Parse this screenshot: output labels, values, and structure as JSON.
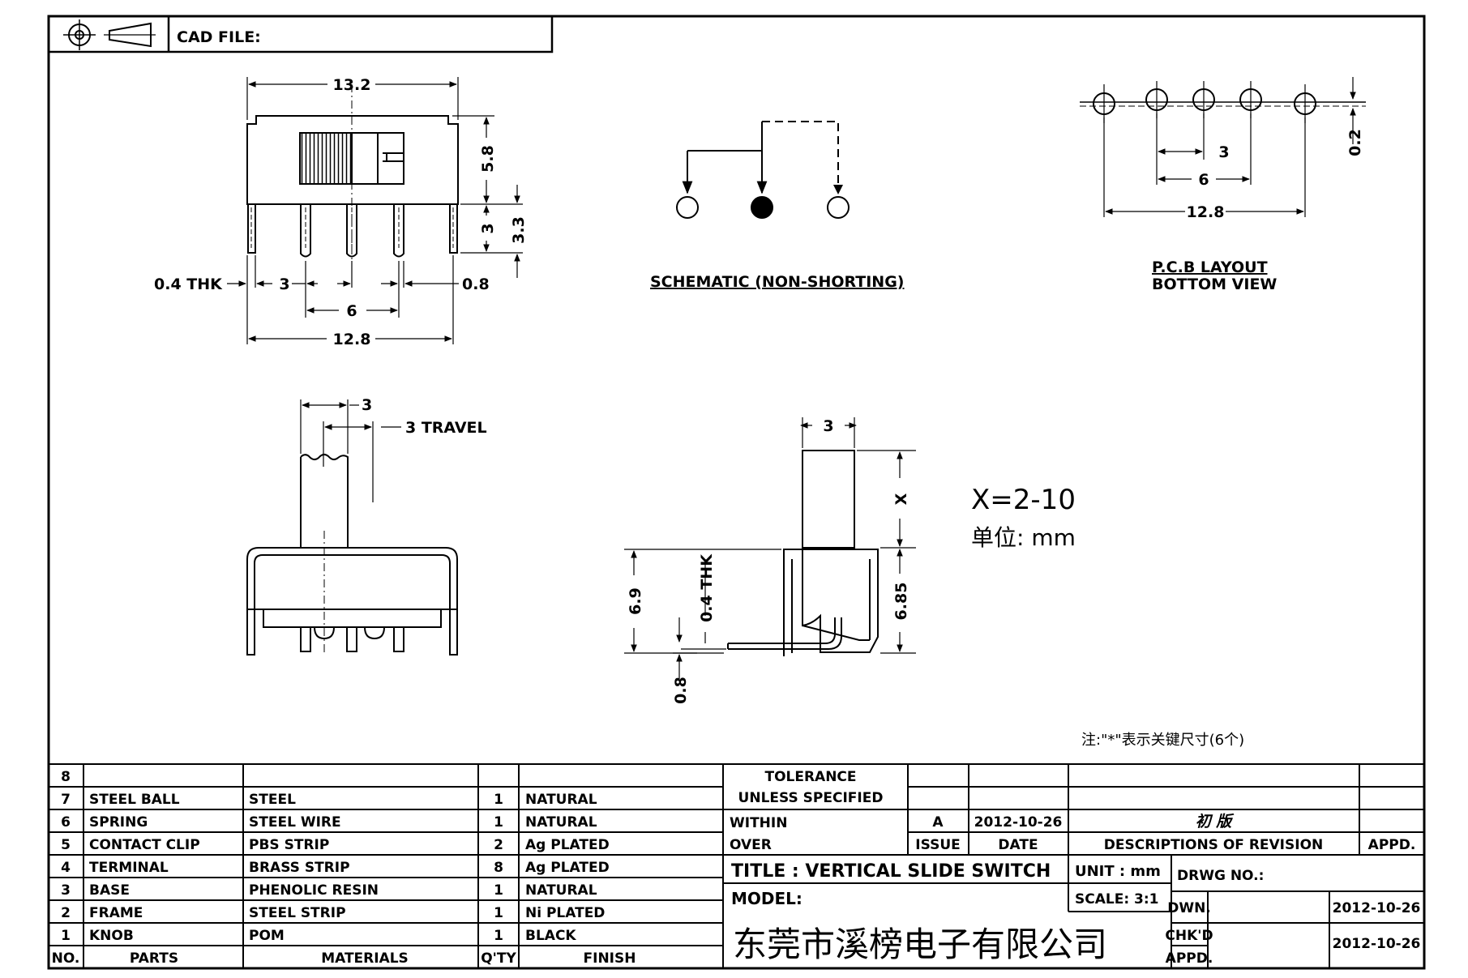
{
  "header": {
    "cad_file_label": "CAD FILE:"
  },
  "front_view": {
    "dims": [
      "13.2",
      "5.8",
      "3",
      "3.3",
      "0.4 THK",
      "3",
      "0.8",
      "6",
      "12.8"
    ]
  },
  "schematic": {
    "caption": "SCHEMATIC (NON-SHORTING)"
  },
  "pcb_layout": {
    "dims": [
      "0.2",
      "3",
      "6",
      "12.8"
    ],
    "caption_line1": "P.C.B LAYOUT",
    "caption_line2": "BOTTOM VIEW"
  },
  "top_view": {
    "dims": [
      "3",
      "3 TRAVEL"
    ]
  },
  "side_view": {
    "dims": [
      "3",
      "X",
      "6.9",
      "0.4 THK",
      "6.85",
      "0.8"
    ]
  },
  "spec": {
    "x_range": "X=2-10",
    "unit_note": "单位: mm"
  },
  "note": "注:\"*\"表示关键尺寸(6个)",
  "bom": {
    "rows": [
      {
        "no": "8",
        "part": "",
        "material": "",
        "qty": "",
        "finish": ""
      },
      {
        "no": "7",
        "part": "STEEL BALL",
        "material": "STEEL",
        "qty": "1",
        "finish": "NATURAL"
      },
      {
        "no": "6",
        "part": "SPRING",
        "material": "STEEL WIRE",
        "qty": "1",
        "finish": "NATURAL"
      },
      {
        "no": "5",
        "part": "CONTACT CLIP",
        "material": "PBS STRIP",
        "qty": "2",
        "finish": "Ag PLATED"
      },
      {
        "no": "4",
        "part": "TERMINAL",
        "material": "BRASS STRIP",
        "qty": "8",
        "finish": "Ag PLATED"
      },
      {
        "no": "3",
        "part": "BASE",
        "material": "PHENOLIC RESIN",
        "qty": "1",
        "finish": "NATURAL"
      },
      {
        "no": "2",
        "part": "FRAME",
        "material": "STEEL STRIP",
        "qty": "1",
        "finish": "Ni PLATED"
      },
      {
        "no": "1",
        "part": "KNOB",
        "material": "POM",
        "qty": "1",
        "finish": "BLACK"
      }
    ],
    "headers": {
      "no": "NO.",
      "parts": "PARTS",
      "materials": "MATERIALS",
      "qty": "Q'TY",
      "finish": "FINISH"
    }
  },
  "title_block": {
    "tolerance_line1": "TOLERANCE",
    "tolerance_line2": "UNLESS SPECIFIED",
    "within": "WITHIN",
    "over": "OVER",
    "issue_value": "A",
    "date_value": "2012-10-26",
    "revision_desc": "初 版",
    "issue_label": "ISSUE",
    "date_label": "DATE",
    "descriptions_label": "DESCRIPTIONS OF REVISION",
    "appd_label": "APPD.",
    "title": "TITLE : VERTICAL SLIDE SWITCH",
    "unit": "UNIT : mm",
    "drwg_no_label": "DRWG NO.:",
    "model_label": "MODEL:",
    "scale": "SCALE: 3:1",
    "dwn_label": "DWN.",
    "dwn_date": "2012-10-26",
    "company": "东莞市溪榜电子有限公司",
    "chkd_label": "CHK'D",
    "chkd_date": "2012-10-26",
    "appd_label2": "APPD."
  }
}
